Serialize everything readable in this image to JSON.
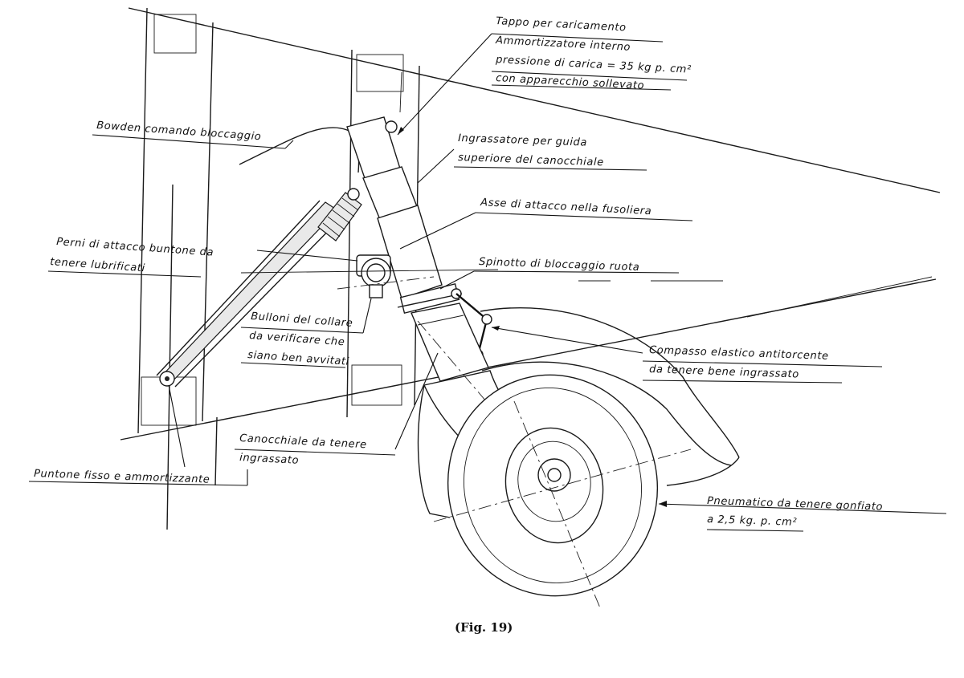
{
  "labels": {
    "tappo": [
      "Tappo per caricamento",
      "Ammortizzatore interno",
      "pressione di carica = 35 kg p. cm²",
      "con apparecchio sollevato"
    ],
    "bowden": "Bowden comando bloccaggio",
    "ingrassatore": [
      "Ingrassatore per guida",
      "superiore del canocchiale"
    ],
    "asse": "Asse di attacco nella fusoliera",
    "perni": [
      "Perni di attacco buntone da",
      "tenere lubrificati"
    ],
    "spinotto": "Spinotto di bloccaggio ruota",
    "bulloni": [
      "Bulloni del collare",
      "da verificare che",
      "siano ben avvitati"
    ],
    "compasso": [
      "Compasso elastico antitorcente",
      "da tenere bene ingrassato"
    ],
    "canocchiale": [
      "Canocchiale da tenere",
      "ingrassato"
    ],
    "puntone": "Puntone fisso e ammortizzante",
    "pneumatico": [
      "Pneumatico da tenere gonfiato",
      "a 2,5 kg. p. cm²"
    ]
  },
  "caption": "(Fig. 19)"
}
